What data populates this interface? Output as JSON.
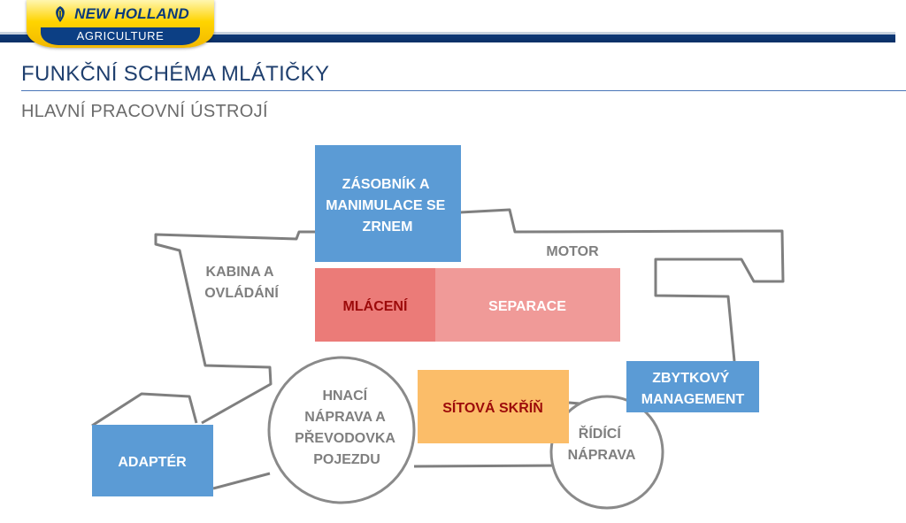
{
  "logo": {
    "brand": "NEW HOLLAND",
    "sub": "AGRICULTURE"
  },
  "page": {
    "title": "FUNKČNÍ SCHÉMA MLÁTIČKY",
    "subtitle": "HLAVNÍ PRACOVNÍ ÚSTROJÍ"
  },
  "colors": {
    "header_navy": "#0a2f66",
    "logo_yellow": "#ffd400",
    "box_blue": "#5b9bd5",
    "mlaceni_red": "#eb7b78",
    "separace_pink": "#f09a98",
    "sitova_orange": "#fbbd69",
    "outline_gray": "#7f7f7f"
  },
  "diagram": {
    "zasobnik": [
      "ZÁSOBNÍK A",
      "MANIMULACE SE",
      "ZRNEM"
    ],
    "kabina": [
      "KABINA A",
      "OVLÁDÁNÍ"
    ],
    "motor": "MOTOR",
    "mlaceni": "MLÁCENÍ",
    "separace": "SEPARACE",
    "hnaci": [
      "HNACÍ",
      "NÁPRAVA A",
      "PŘEVODOVKA",
      "POJEZDU"
    ],
    "sitova": "SÍTOVÁ SKŘÍŇ",
    "zbytkovy": [
      "ZBYTKOVÝ",
      "MANAGEMENT"
    ],
    "ridici": [
      "ŘÍDÍCÍ",
      "NÁPRAVA"
    ],
    "adapter": "ADAPTÉR"
  }
}
